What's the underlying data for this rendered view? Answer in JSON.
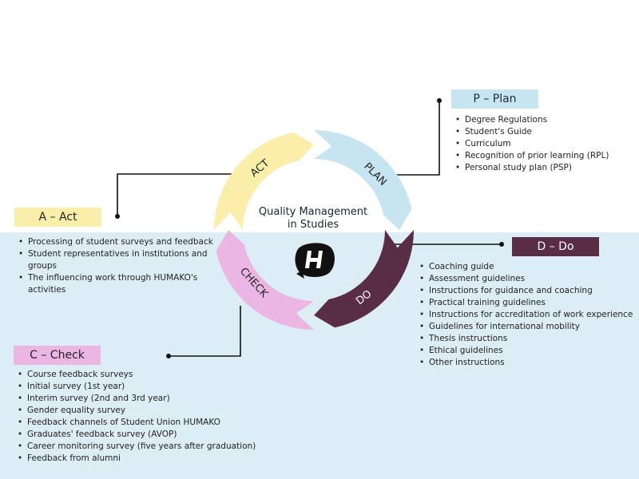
{
  "center": {
    "title_line1": "Quality Management",
    "title_line2": "in Studies",
    "logo_letter": "H"
  },
  "cycle": {
    "act_arc": "ACT",
    "plan_arc": "PLAN",
    "do_arc": "DO",
    "check_arc": "CHECK"
  },
  "plan": {
    "label": "P – Plan",
    "items": [
      "Degree Regulations",
      "Student's Guide",
      "Curriculum",
      "Recognition of prior learning (RPL)",
      "Personal study plan (PSP)"
    ]
  },
  "act": {
    "label": "A – Act",
    "items": [
      "Processing of student surveys and feedback",
      "Student representatives in institutions and groups",
      "The influencing work through HUMAKO's activities"
    ]
  },
  "do": {
    "label": "D – Do",
    "items": [
      "Coaching guide",
      "Assessment guidelines",
      "Instructions for guidance and coaching",
      "Practical training guidelines",
      "Instructions for accreditation of work experience",
      "Guidelines for international mobility",
      "Thesis instructions",
      "Ethical guidelines",
      "Other instructions"
    ]
  },
  "check": {
    "label": "C – Check",
    "items": [
      "Course feedback surveys",
      "Initial survey (1st year)",
      "Interim survey (2nd and 3rd year)",
      "Gender equality survey",
      "Feedback channels of Student Union HUMAKO",
      "Graduates' feedback survey (AVOP)",
      "Career monitoring survey (five years after graduation)",
      "Feedback from alumni"
    ]
  },
  "colors": {
    "plan": "#c7e5f1",
    "act": "#fbeeaa",
    "do": "#5a2d46",
    "check": "#ebb6e4",
    "band": "#dcedf5"
  }
}
